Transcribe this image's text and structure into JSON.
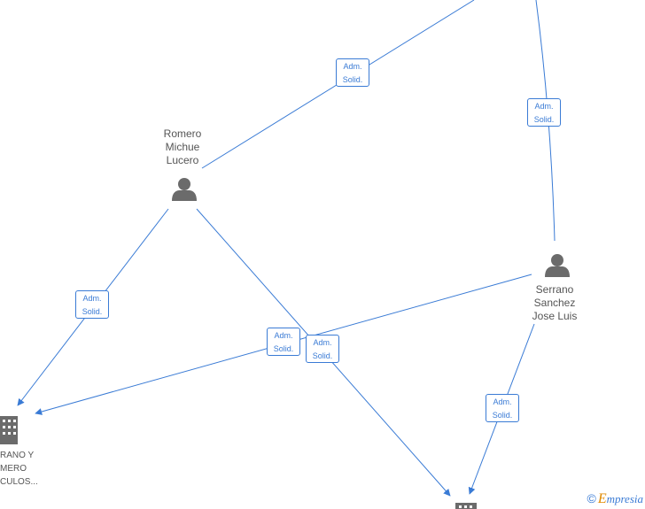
{
  "people": [
    {
      "id": "romero",
      "lines": [
        "Romero",
        "Michue",
        "Lucero"
      ]
    },
    {
      "id": "serrano",
      "lines": [
        "Serrano",
        "Sanchez",
        "Jose Luis"
      ]
    }
  ],
  "company_left": {
    "lines": [
      "RANO Y",
      "MERO",
      "CULOS..."
    ]
  },
  "edge_label": {
    "line1": "Adm.",
    "line2": "Solid."
  },
  "watermark": {
    "copyright": "©",
    "brand_initial": "E",
    "brand_rest": "mpresia"
  },
  "colors": {
    "edge": "#3a7bd5",
    "icon": "#6b6b6b",
    "text": "#555555"
  }
}
